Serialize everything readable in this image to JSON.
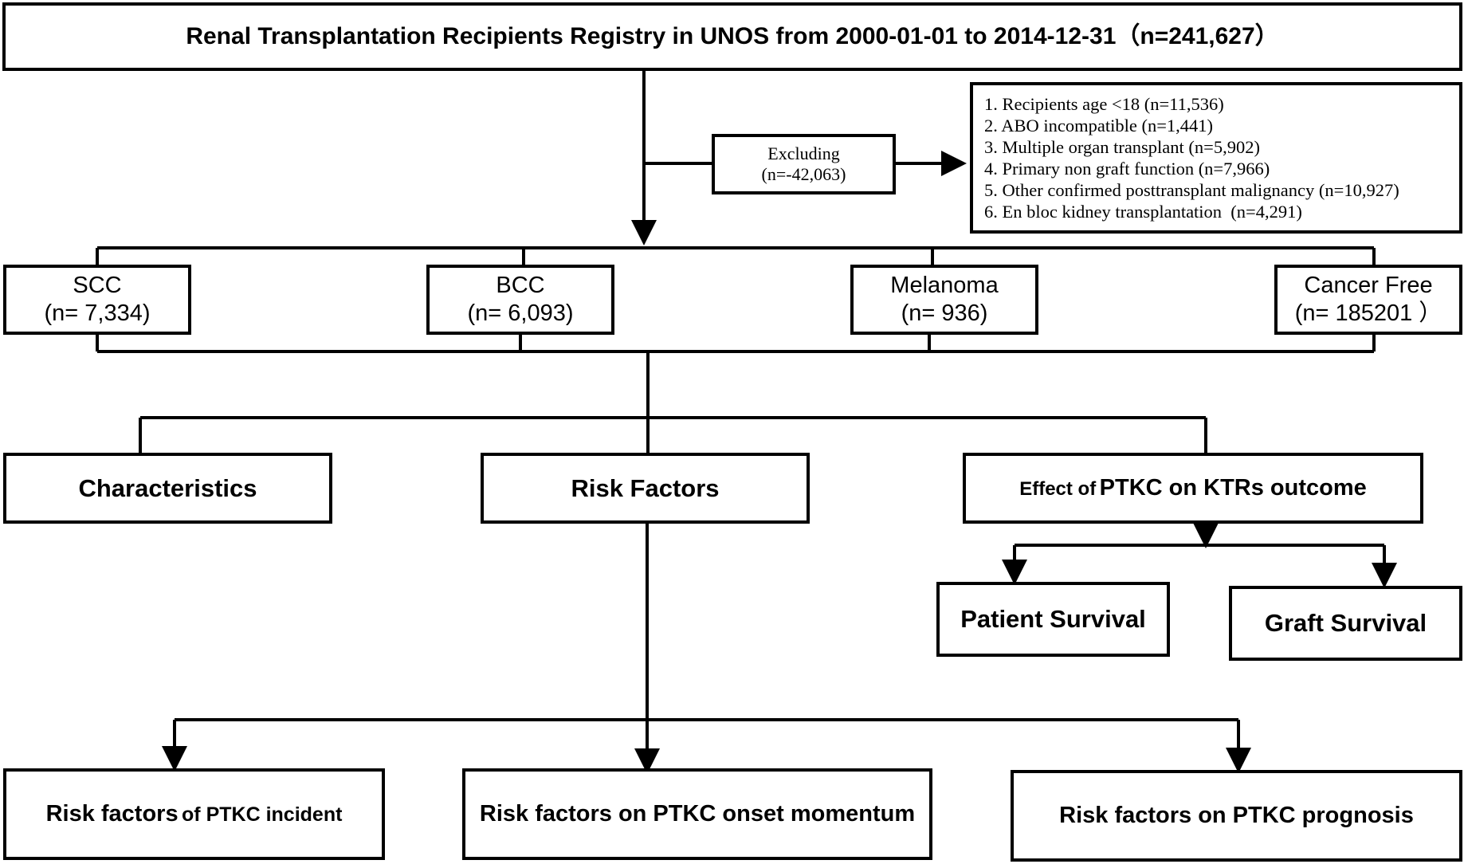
{
  "top": {
    "title": "Renal Transplantation Recipients Registry in UNOS from 2000-01-01 to 2014-12-31（n=241,627）"
  },
  "exclusion": {
    "label": "Excluding",
    "count": "(n=-42,063)",
    "criteria": [
      "1. Recipients age <18 (n=11,536)",
      "2. ABO incompatible (n=1,441)",
      "3. Multiple organ transplant (n=5,902)",
      "4. Primary non graft function (n=7,966)",
      "5. Other confirmed posttransplant malignancy (n=10,927)",
      "6. En bloc kidney transplantation  (n=4,291)"
    ]
  },
  "groups": [
    {
      "name": "SCC",
      "count": "(n= 7,334)"
    },
    {
      "name": "BCC",
      "count": "(n= 6,093)"
    },
    {
      "name": "Melanoma",
      "count": "(n= 936)"
    },
    {
      "name": "Cancer Free",
      "count": "(n= 185201 ）"
    }
  ],
  "analyses": {
    "characteristics": "Characteristics",
    "risk_factors": "Risk Factors",
    "effect_prefix": "Effect of",
    "effect_rest": "PTKC on KTRs outcome"
  },
  "outcomes": {
    "patient_survival": "Patient Survival",
    "graft_survival": "Graft Survival"
  },
  "risk_details": {
    "incident_prefix": "Risk factors",
    "incident_rest": "of PTKC incident",
    "onset": "Risk factors on PTKC onset momentum",
    "prognosis": "Risk factors on PTKC prognosis"
  },
  "colors": {
    "line": "#000000",
    "background": "#ffffff"
  }
}
